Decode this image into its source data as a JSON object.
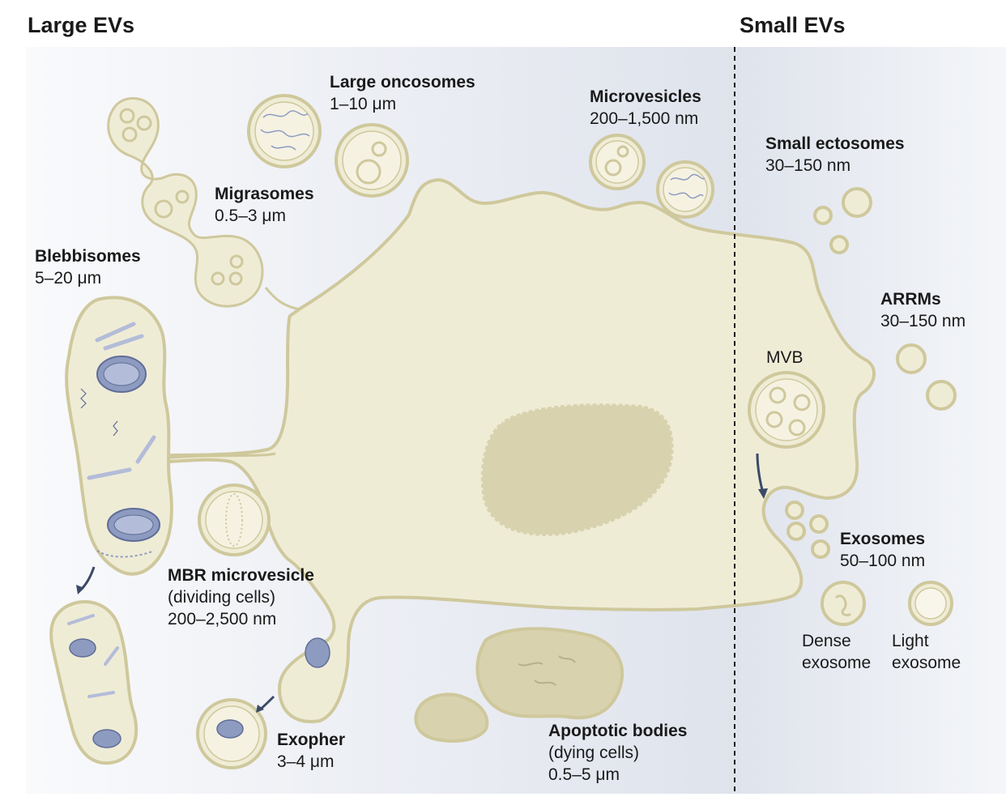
{
  "headers": {
    "large": "Large EVs",
    "small": "Small EVs"
  },
  "labels": {
    "large_oncosomes": {
      "name": "Large oncosomes",
      "size": "1–10 μm"
    },
    "microvesicles": {
      "name": "Microvesicles",
      "size": "200–1,500 nm"
    },
    "migrasomes": {
      "name": "Migrasomes",
      "size": "0.5–3 μm"
    },
    "blebbisomes": {
      "name": "Blebbisomes",
      "size": "5–20 μm"
    },
    "small_ectosomes": {
      "name": "Small ectosomes",
      "size": "30–150 nm"
    },
    "arrms": {
      "name": "ARRMs",
      "size": "30–150 nm"
    },
    "mvb": "MVB",
    "exosomes": {
      "name": "Exosomes",
      "size": "50–100 nm"
    },
    "dense_exosome": {
      "line1": "Dense",
      "line2": "exosome"
    },
    "light_exosome": {
      "line1": "Light",
      "line2": "exosome"
    },
    "mbr": {
      "name": "MBR microvesicle",
      "line2": "(dividing cells)",
      "size": "200–2,500 nm"
    },
    "exopher": {
      "name": "Exopher",
      "size": "3–4 μm"
    },
    "apoptotic": {
      "name": "Apoptotic bodies",
      "line2": "(dying cells)",
      "size": "0.5–5 μm"
    }
  },
  "colors": {
    "cell_fill": "#efecd6",
    "cell_stroke": "#cfc89c",
    "nucleus": "#d8d2ae",
    "organelle": "#8e9bc0",
    "arrow": "#3b4a66",
    "background_light": "#f8f9fb",
    "background_dark": "#dde1ec"
  }
}
